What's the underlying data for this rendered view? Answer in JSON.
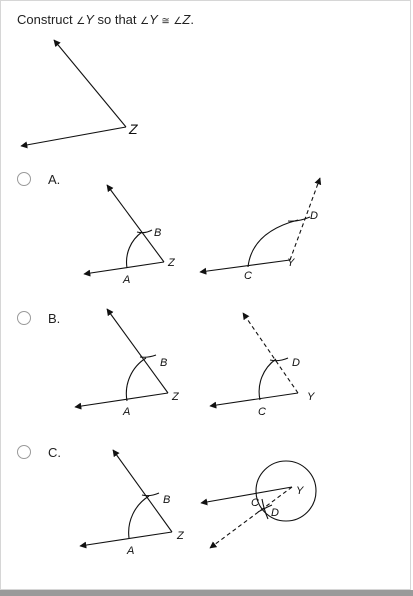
{
  "question": {
    "prefix": "Construct ",
    "angle_symbol": "∠",
    "angle_y": "Y",
    "middle": " so that ",
    "congruent_symbol": "≅",
    "angle_z": "Z",
    "suffix": "."
  },
  "given_figure": {
    "vertex_label": "Z"
  },
  "options": [
    {
      "letter": "A.",
      "left_labels": {
        "ray_point": "A",
        "arc_point": "B",
        "vertex": "Z"
      },
      "right_labels": {
        "ray_point": "C",
        "arc_point": "D",
        "vertex": "Y"
      }
    },
    {
      "letter": "B.",
      "left_labels": {
        "ray_point": "A",
        "arc_point": "B",
        "vertex": "Z"
      },
      "right_labels": {
        "ray_point": "C",
        "arc_point": "D",
        "vertex": "Y"
      }
    },
    {
      "letter": "C.",
      "left_labels": {
        "ray_point": "A",
        "arc_point": "B",
        "vertex": "Z"
      },
      "right_labels": {
        "ray_point": "C",
        "arc_point": "D",
        "vertex": "Y"
      }
    }
  ],
  "colors": {
    "stroke": "#111111",
    "radio_border": "#9a9a9a",
    "frame_border": "#d6d6d6"
  }
}
